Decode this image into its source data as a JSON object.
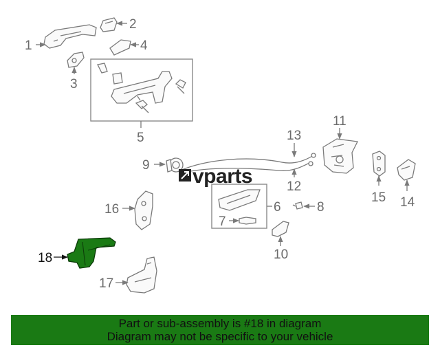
{
  "callouts": {
    "n1": "1",
    "n2": "2",
    "n3": "3",
    "n4": "4",
    "n5": "5",
    "n6": "6",
    "n7": "7",
    "n8": "8",
    "n9": "9",
    "n10": "10",
    "n11": "11",
    "n12": "12",
    "n13": "13",
    "n14": "14",
    "n15": "15",
    "n16": "16",
    "n17": "17",
    "n18": "18"
  },
  "watermark": {
    "prefix": "↗",
    "text": "vparts"
  },
  "banner": {
    "line1": "Part or sub-assembly is #18 in diagram",
    "line2": "Diagram may not be specific to your vehicle"
  },
  "colors": {
    "highlight_part": "#1a7a14",
    "banner_bg": "#1a7a14",
    "line_gray": "#7a7a7a"
  }
}
